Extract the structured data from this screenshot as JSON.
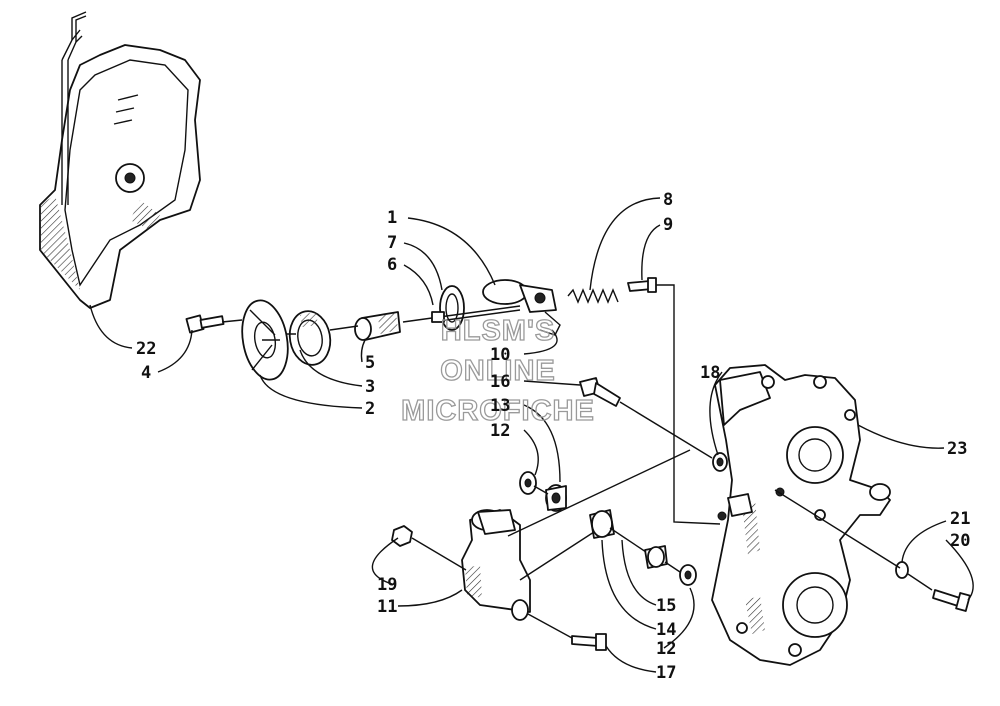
{
  "diagram": {
    "callouts": [
      {
        "id": "c1",
        "text": "1"
      },
      {
        "id": "c7",
        "text": "7"
      },
      {
        "id": "c6",
        "text": "6"
      },
      {
        "id": "c8",
        "text": "8"
      },
      {
        "id": "c9",
        "text": "9"
      },
      {
        "id": "c22",
        "text": "22"
      },
      {
        "id": "c4",
        "text": "4"
      },
      {
        "id": "c5",
        "text": "5"
      },
      {
        "id": "c3",
        "text": "3"
      },
      {
        "id": "c2",
        "text": "2"
      },
      {
        "id": "c10",
        "text": "10"
      },
      {
        "id": "c16",
        "text": "16"
      },
      {
        "id": "c13",
        "text": "13"
      },
      {
        "id": "c12a",
        "text": "12"
      },
      {
        "id": "c18",
        "text": "18"
      },
      {
        "id": "c23",
        "text": "23"
      },
      {
        "id": "c21",
        "text": "21"
      },
      {
        "id": "c20",
        "text": "20"
      },
      {
        "id": "c19",
        "text": "19"
      },
      {
        "id": "c11",
        "text": "11"
      },
      {
        "id": "c15",
        "text": "15"
      },
      {
        "id": "c14",
        "text": "14"
      },
      {
        "id": "c12b",
        "text": "12"
      },
      {
        "id": "c17",
        "text": "17"
      }
    ],
    "watermark": [
      "HLSM'S",
      "ONLINE",
      "MICROFICHE"
    ]
  }
}
